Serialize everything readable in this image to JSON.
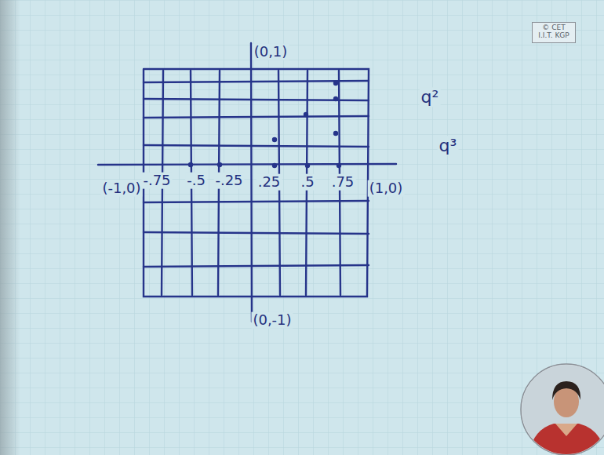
{
  "diagram": {
    "nodes": [
      {
        "text": [
          "© CET I.I.T. KGP"
        ]
      }
    ],
    "labels": [
      "(0,1)",
      "(-1,0)",
      "-.75",
      "-.5",
      "-.25",
      ".25",
      ".5",
      ".75",
      "(1,0)",
      "(0,-1)",
      "q²",
      "q³"
    ]
  }
}
